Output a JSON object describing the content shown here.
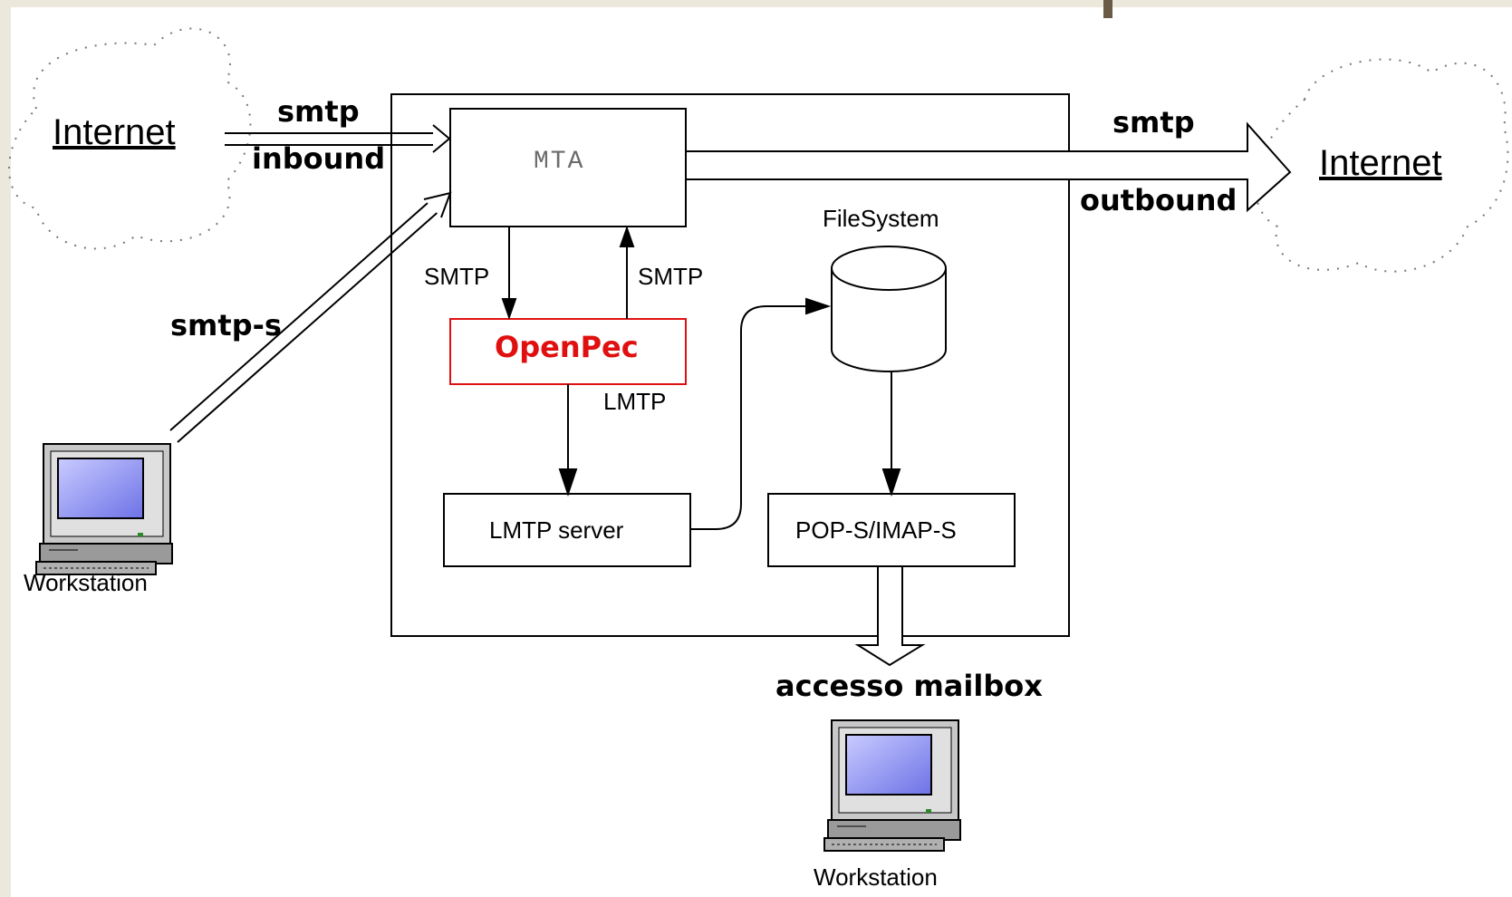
{
  "diagram": {
    "internet_left": "Internet",
    "internet_right": "Internet",
    "smtp_in_top": "smtp",
    "smtp_in_bottom": "inbound",
    "smtp_out_top": "smtp",
    "smtp_out_bottom": "outbound",
    "smtps": "smtp-s",
    "mta": "MTA",
    "smtp_down": "SMTP",
    "smtp_up": "SMTP",
    "openpec": "OpenPec",
    "lmtp": "LMTP",
    "filesystem": "FileSystem",
    "lmtp_server": "LMTP server",
    "pop_imap": "POP-S/IMAP-S",
    "accesso": "accesso mailbox",
    "workstation_left": "Workstation",
    "workstation_bottom": "Workstation"
  },
  "colors": {
    "background": "#ece8dc",
    "openpec_red": "#e01010",
    "screen_blue": "#8a8ef0"
  }
}
